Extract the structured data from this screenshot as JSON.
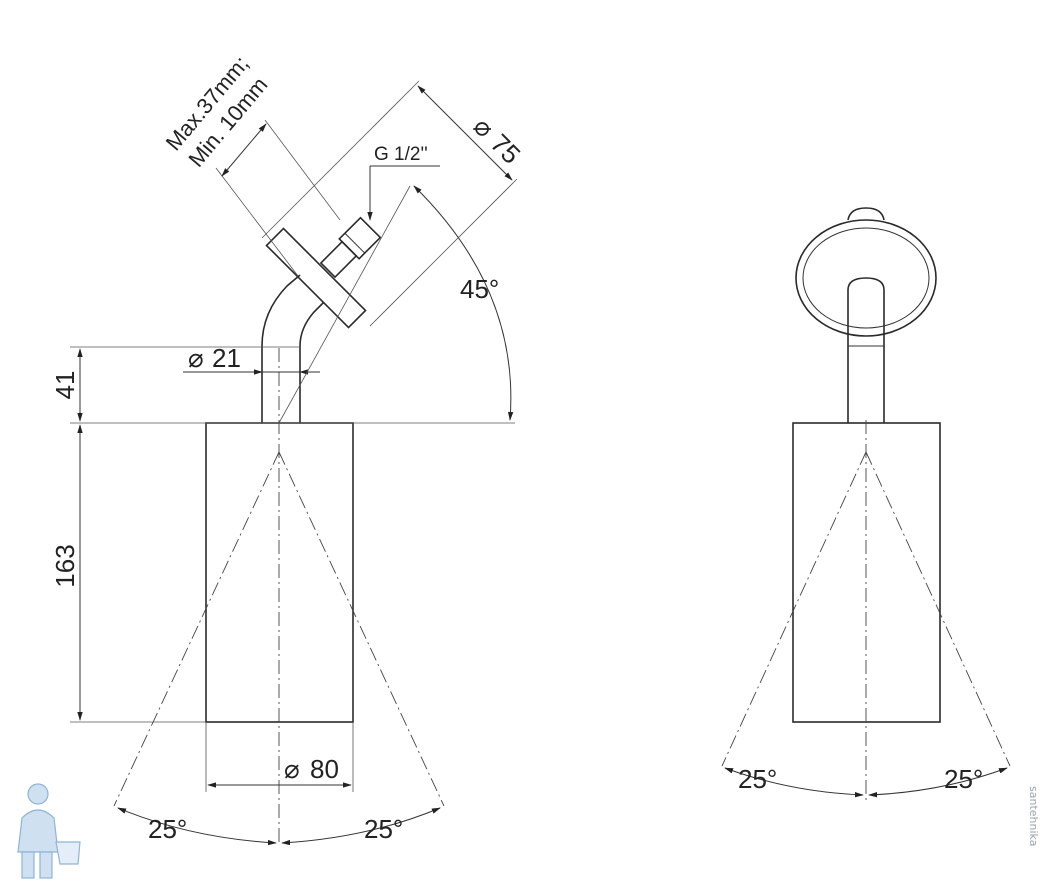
{
  "drawing": {
    "side_view": {
      "dim_height_upper": "41",
      "dim_height_body": "163",
      "dim_arm_diameter": "21",
      "dim_body_diameter": "80",
      "dim_flange_diameter": "75",
      "dim_thread": "G 1/2''",
      "dim_wall_line1": "Max.37mm;",
      "dim_wall_line2": "Min. 10mm",
      "dim_angle_tilt": "45°",
      "dim_spray_left": "25°",
      "dim_spray_right": "25°"
    },
    "front_view": {
      "dim_spray_left": "25°",
      "dim_spray_right": "25°"
    },
    "diameter_symbol": "⌀",
    "watermark_text": "santehnika"
  },
  "colors": {
    "line": "#2a2a2a",
    "watermark": "#9aa3ad",
    "logo": "#8fb4d8"
  },
  "icons": {
    "logo": "plumber-logo-icon"
  }
}
